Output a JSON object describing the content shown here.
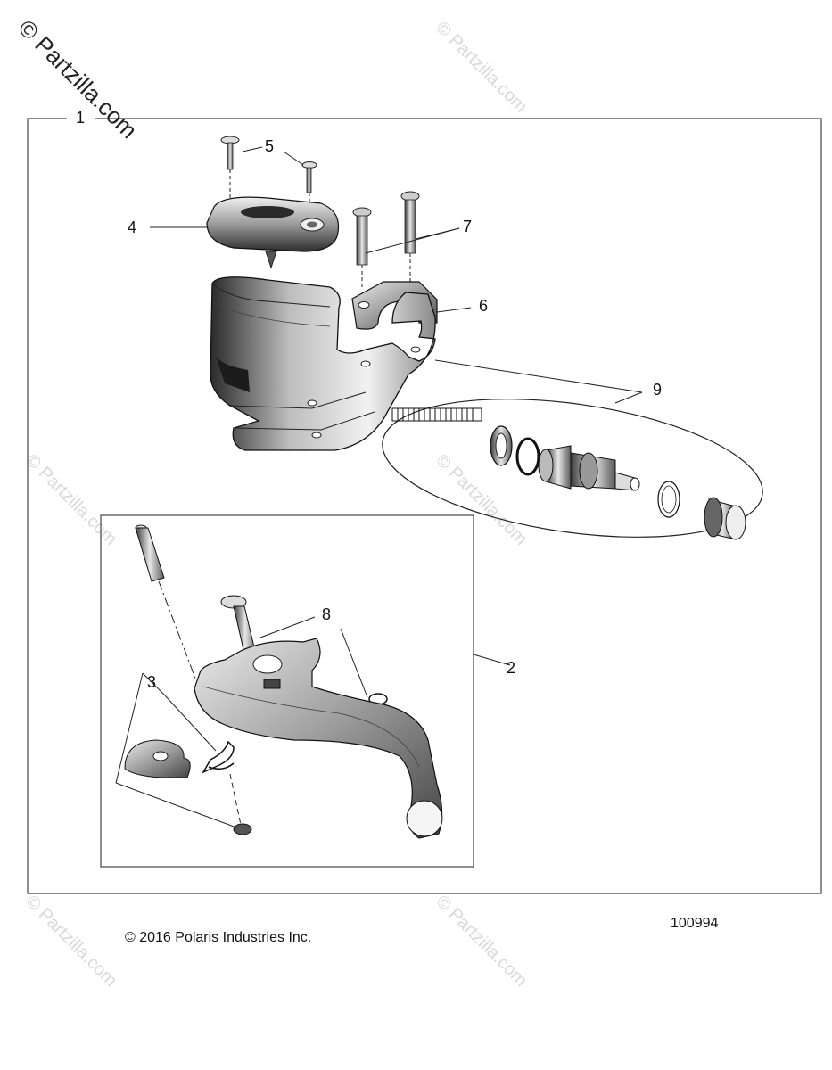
{
  "watermark": {
    "main": "© Partzilla.com",
    "repeat": "© Partzilla.com"
  },
  "callouts": {
    "c1": "1",
    "c2": "2",
    "c3": "3",
    "c4": "4",
    "c5": "5",
    "c6": "6",
    "c7": "7",
    "c8": "8",
    "c9": "9"
  },
  "footer": {
    "copyright": "© 2016 Polaris Industries Inc.",
    "diagram_number": "100994"
  }
}
